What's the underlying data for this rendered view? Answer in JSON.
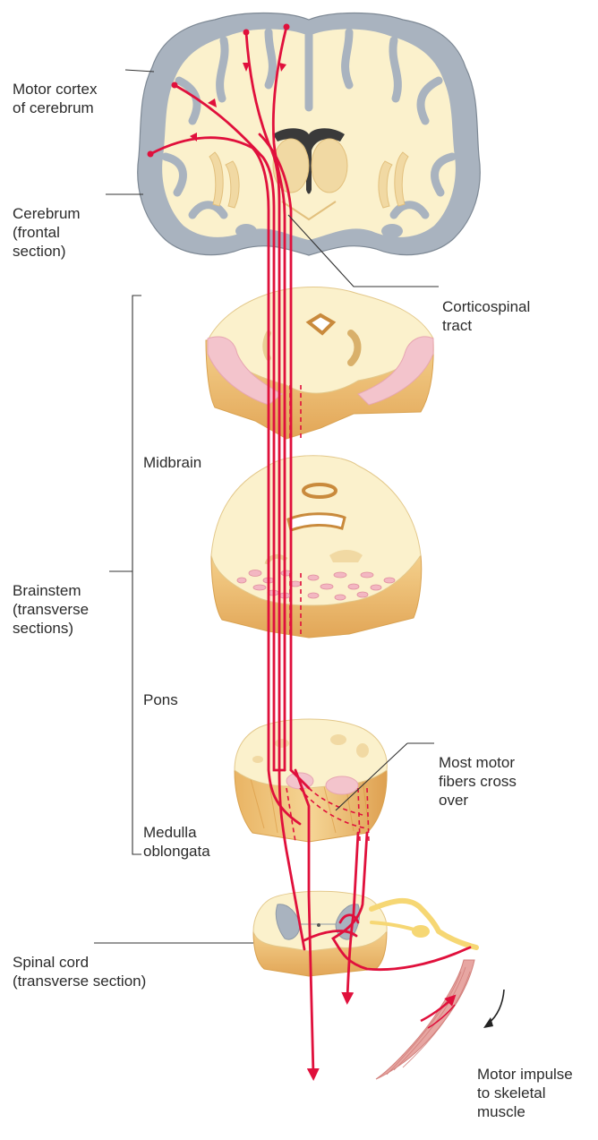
{
  "labels": {
    "motor_cortex": [
      "Motor cortex",
      "of cerebrum"
    ],
    "cerebrum": [
      "Cerebrum",
      "(frontal",
      "section)"
    ],
    "corticospinal": [
      "Corticospinal",
      "tract"
    ],
    "midbrain": "Midbrain",
    "brainstem": [
      "Brainstem",
      "(transverse",
      "sections)"
    ],
    "pons": "Pons",
    "medulla": [
      "Medulla",
      "oblongata"
    ],
    "cross_over": [
      "Most motor",
      "fibers cross",
      "over"
    ],
    "spinal_cord": [
      "Spinal cord",
      "(transverse section)"
    ],
    "motor_impulse": [
      "Motor impulse",
      "to skeletal",
      "muscle"
    ]
  },
  "colors": {
    "tract": "#e0103c",
    "cortex_gray": "#a9b3bf",
    "white_matter": "#fbf1cc",
    "section_side": "#e9b86a",
    "pink_nuclei": "#f3c4cc",
    "muscle": "#e7a6a2",
    "nerve": "#f6d774"
  }
}
